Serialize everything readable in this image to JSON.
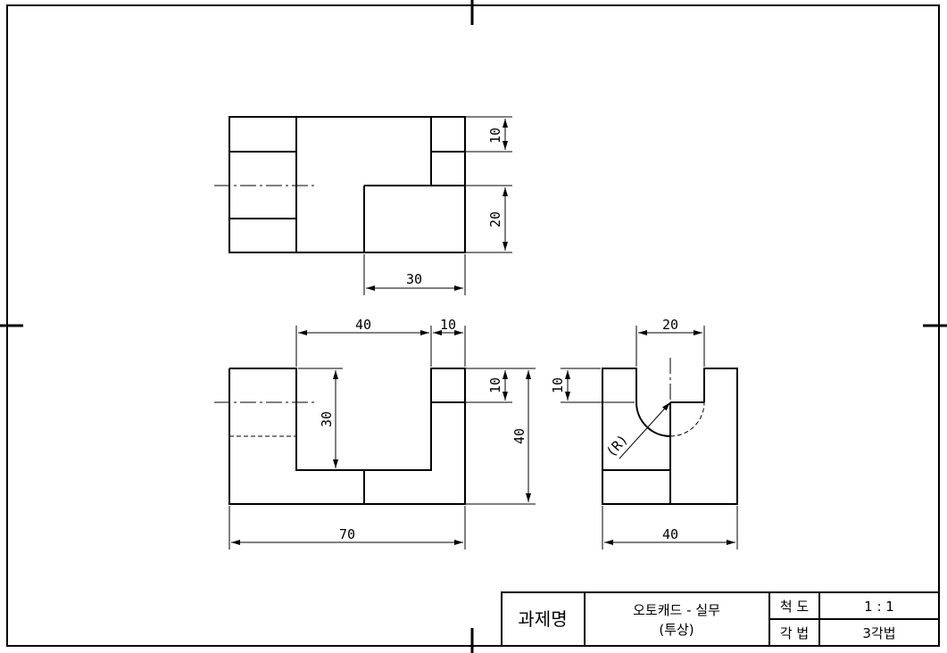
{
  "dimensions": {
    "top_view": {
      "width_bottom": "30",
      "height_top": "10",
      "height_bottom": "20"
    },
    "front_view": {
      "width_total": "70",
      "slot_width": "40",
      "rib_width": "10",
      "slot_depth": "30",
      "rib_height": "10",
      "total_height": "40"
    },
    "side_view": {
      "slot_width": "20",
      "depth": "10",
      "radius": "(R)",
      "total_width": "40"
    }
  },
  "title_block": {
    "project_label": "과제명",
    "project_name_line1": "오토캐드 - 실무",
    "project_name_line2": "(투상)",
    "scale_label": "척 도",
    "scale_value": "1 : 1",
    "projection_label": "각 법",
    "projection_value": "3각법"
  }
}
